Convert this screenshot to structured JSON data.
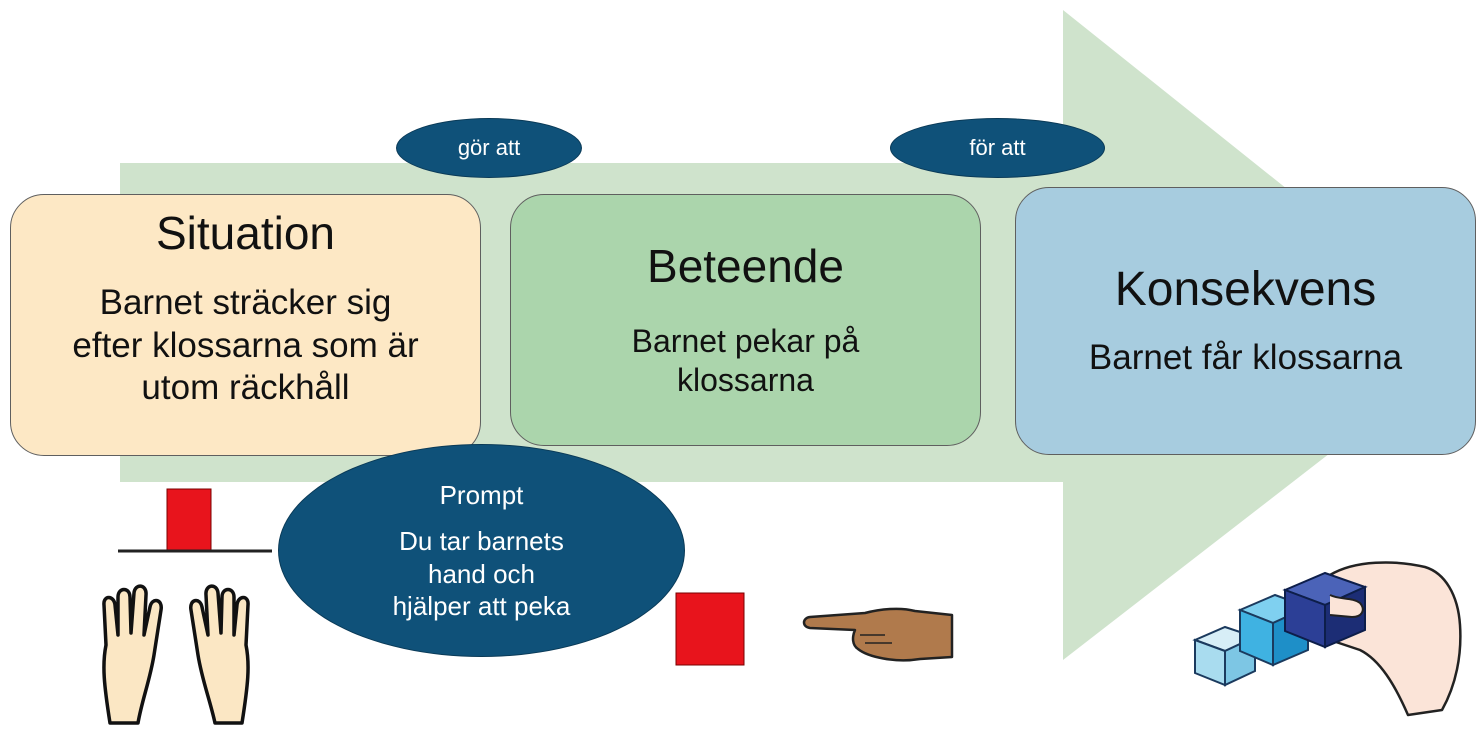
{
  "diagram": {
    "situation": {
      "title": "Situation",
      "description": "Barnet sträcker sig efter klossarna som är utom räckhåll"
    },
    "behavior": {
      "title": "Beteende",
      "description": "Barnet pekar på klossarna"
    },
    "consequence": {
      "title": "Konsekvens",
      "description": "Barnet får klossarna"
    },
    "connector_1": "gör att",
    "connector_2": "för att",
    "prompt": {
      "title": "Prompt",
      "description": "Du tar barnets\nhand och\nhjälper att peka"
    }
  },
  "colors": {
    "arrow_background": "#cfe3cc",
    "situation_fill": "#fde8c5",
    "behavior_fill": "#abd5ac",
    "consequence_fill": "#a7ccdf",
    "oval_fill": "#0f5179",
    "block_red": "#e8141c"
  },
  "pictograms": [
    "raised-hands-with-block-icon",
    "pointing-hand-with-block-icon",
    "hand-stacking-cubes-icon"
  ]
}
